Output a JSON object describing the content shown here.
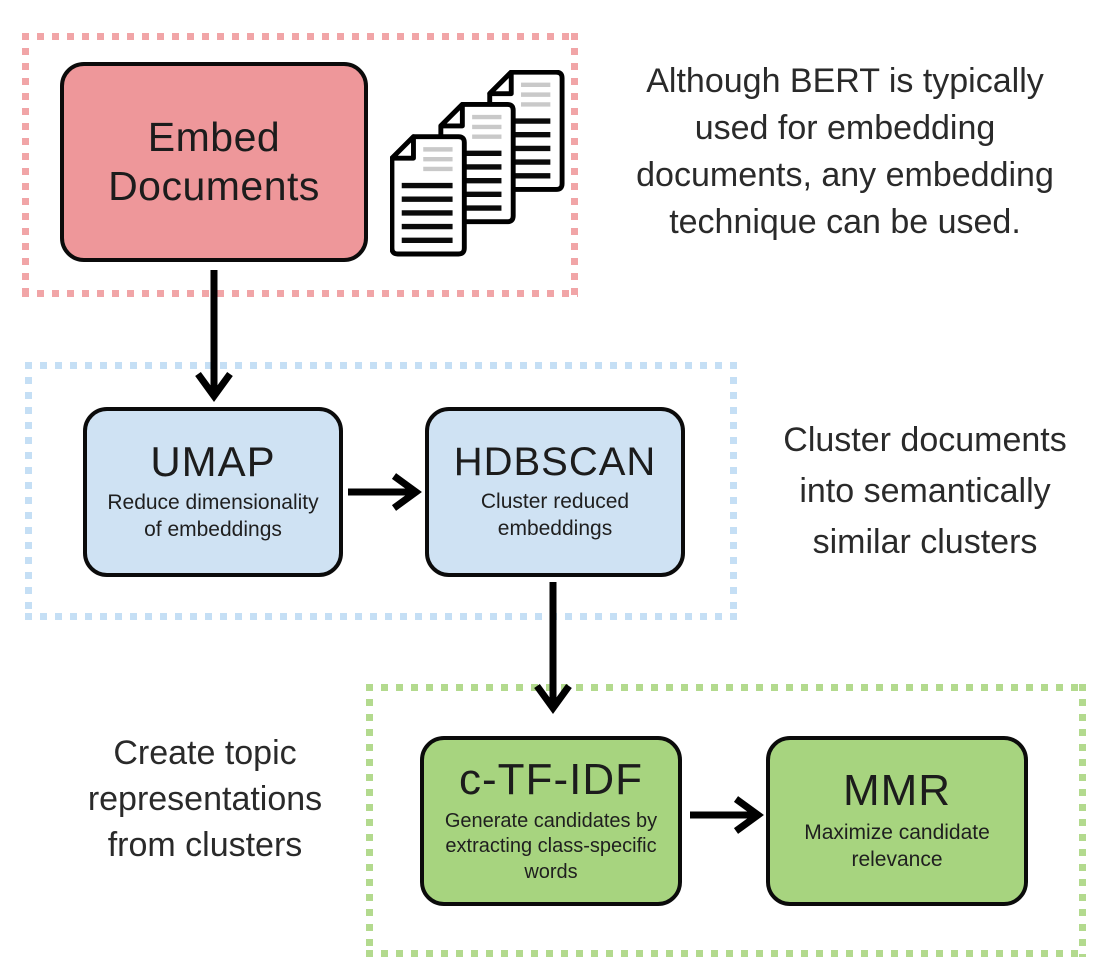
{
  "diagram": {
    "embed": {
      "title_lines": [
        "Embed",
        "Documents"
      ],
      "note_lines": [
        "Although BERT is typically",
        "used for embedding",
        "documents, any embedding",
        "technique can be used."
      ]
    },
    "cluster": {
      "note_lines": [
        "Cluster documents",
        "into semantically",
        "similar clusters"
      ],
      "umap": {
        "title": "UMAP",
        "subtitle_lines": [
          "Reduce dimensionality",
          "of embeddings"
        ]
      },
      "hdbscan": {
        "title": "HDBSCAN",
        "subtitle_lines": [
          "Cluster reduced",
          "embeddings"
        ]
      }
    },
    "topics": {
      "note_lines": [
        "Create topic",
        "representations",
        "from clusters"
      ],
      "ctfidf": {
        "title": "c-TF-IDF",
        "subtitle_lines": [
          "Generate candidates by",
          "extracting class-specific",
          "words"
        ]
      },
      "mmr": {
        "title": "MMR",
        "subtitle_lines": [
          "Maximize candidate",
          "relevance"
        ]
      }
    },
    "icons": {
      "documents": "documents-stack-icon",
      "arrows": [
        "arrow-embed-to-umap",
        "arrow-umap-to-hdbscan",
        "arrow-hdbscan-to-ctfidf",
        "arrow-ctfidf-to-mmr"
      ]
    },
    "colors": {
      "embed_fill": "#ee979a",
      "embed_outline": "#f1a5a7",
      "cluster_fill": "#cfe2f3",
      "cluster_outline": "#c5dff5",
      "topics_fill": "#a7d47f",
      "topics_outline": "#b3da8e",
      "node_border": "#0b0b0b"
    }
  }
}
